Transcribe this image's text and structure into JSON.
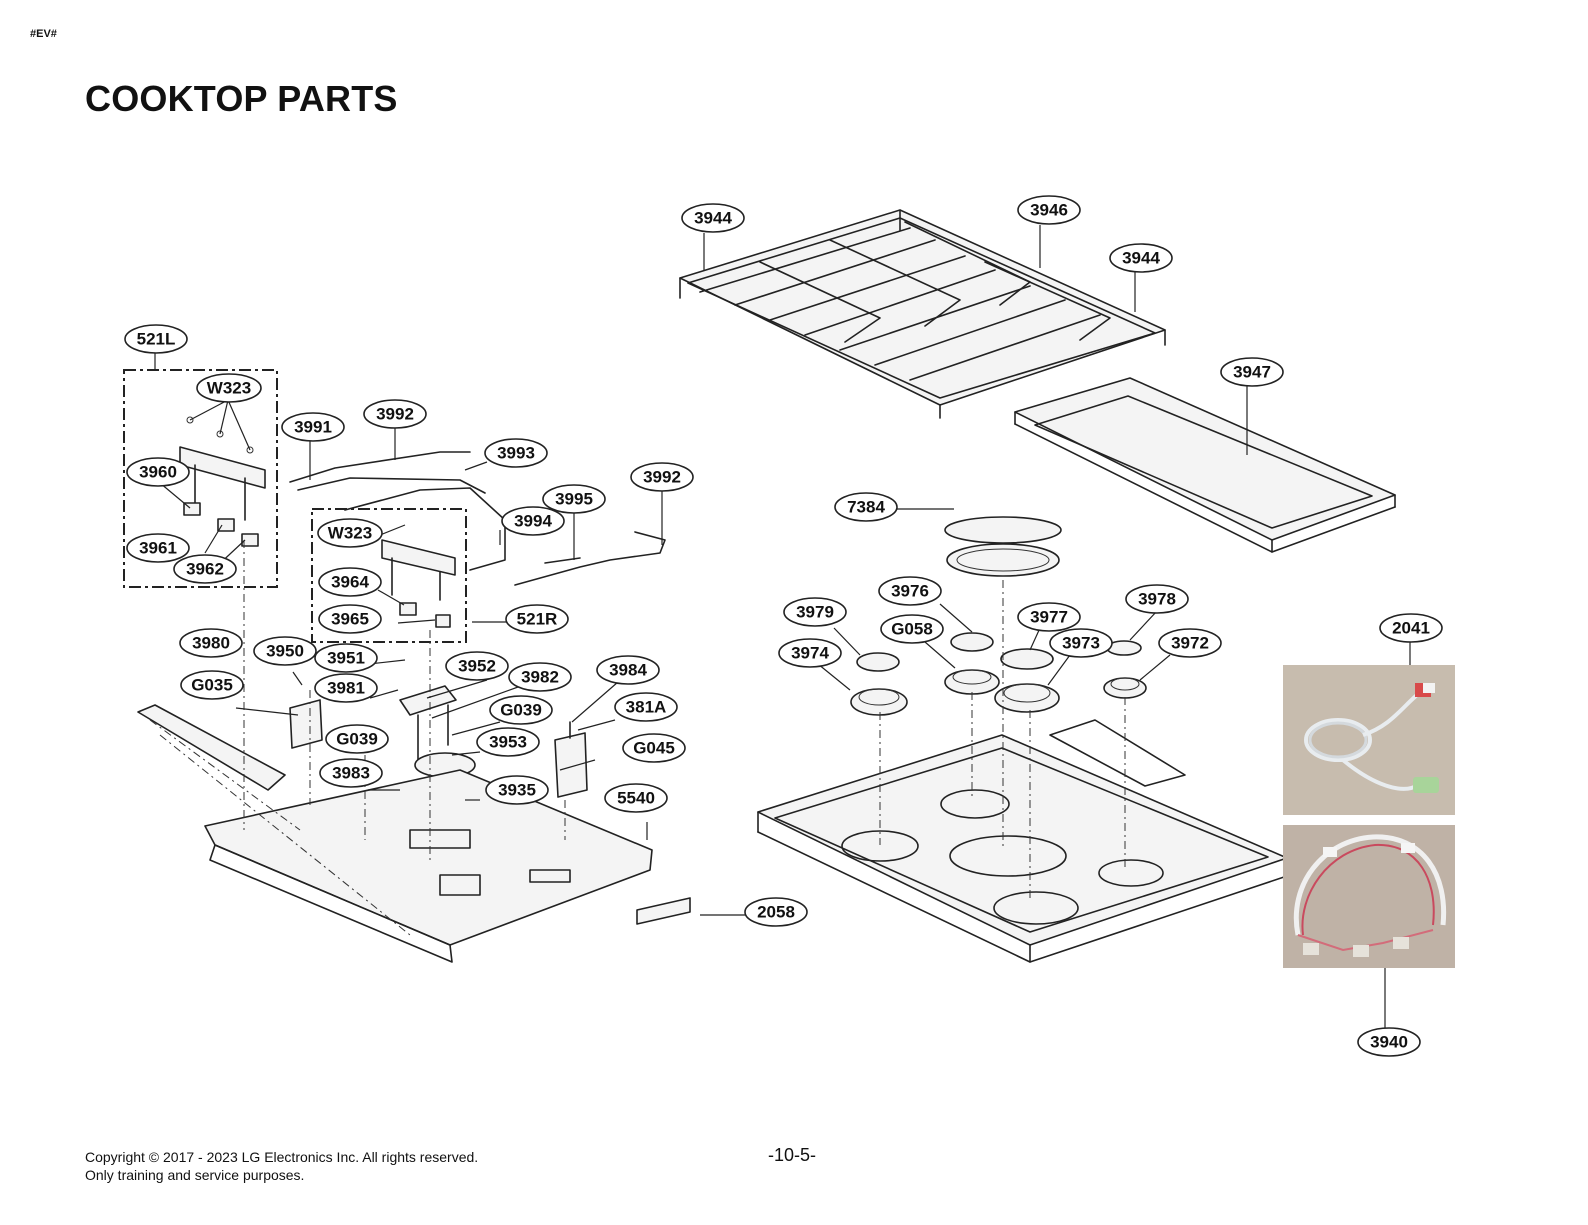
{
  "header": {
    "doc_tag": "#EV#",
    "title": "COOKTOP PARTS"
  },
  "callouts": [
    {
      "label": "3944"
    },
    {
      "label": "3946"
    },
    {
      "label": "3944"
    },
    {
      "label": "3947"
    },
    {
      "label": "521L"
    },
    {
      "label": "W323"
    },
    {
      "label": "3991"
    },
    {
      "label": "3992"
    },
    {
      "label": "3993"
    },
    {
      "label": "3960"
    },
    {
      "label": "3992"
    },
    {
      "label": "3995"
    },
    {
      "label": "3994"
    },
    {
      "label": "W323"
    },
    {
      "label": "3961"
    },
    {
      "label": "3962"
    },
    {
      "label": "3964"
    },
    {
      "label": "3965"
    },
    {
      "label": "521R"
    },
    {
      "label": "7384"
    },
    {
      "label": "3976"
    },
    {
      "label": "3978"
    },
    {
      "label": "3979"
    },
    {
      "label": "3977"
    },
    {
      "label": "G058"
    },
    {
      "label": "3973"
    },
    {
      "label": "3972"
    },
    {
      "label": "3974"
    },
    {
      "label": "2041"
    },
    {
      "label": "3980"
    },
    {
      "label": "3950"
    },
    {
      "label": "3951"
    },
    {
      "label": "3952"
    },
    {
      "label": "3982"
    },
    {
      "label": "3984"
    },
    {
      "label": "G035"
    },
    {
      "label": "3981"
    },
    {
      "label": "381A"
    },
    {
      "label": "G039"
    },
    {
      "label": "G039"
    },
    {
      "label": "3953"
    },
    {
      "label": "G045"
    },
    {
      "label": "3983"
    },
    {
      "label": "3935"
    },
    {
      "label": "5540"
    },
    {
      "label": "2058"
    },
    {
      "label": "3940"
    }
  ],
  "footer": {
    "copyright_line1": "Copyright © 2017 - 2023 LG Electronics Inc. All rights reserved.",
    "copyright_line2": "Only training and service purposes.",
    "page_number": "-10-5-"
  },
  "colors": {
    "line": "#222222",
    "background": "#ffffff",
    "photo_bg": "#c9bdb0"
  }
}
